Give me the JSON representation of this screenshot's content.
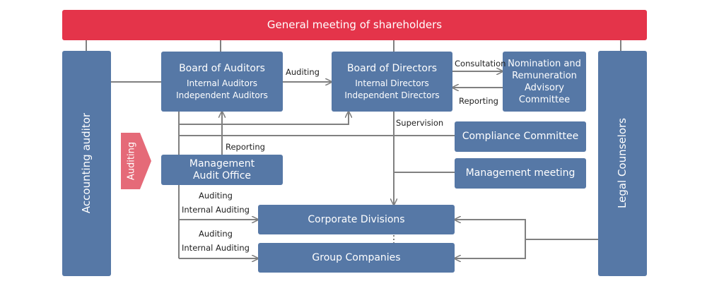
{
  "diagram": {
    "top": "General meeting of shareholders",
    "accounting_auditor": "Accounting auditor",
    "legal_counselors": "Legal Counselors",
    "auditing_arrow": "Auditing",
    "board_auditors": {
      "title": "Board of Auditors",
      "line1": "Internal Auditors",
      "line2": "Independent Auditors"
    },
    "board_directors": {
      "title": "Board of Directors",
      "line1": "Internal Directors",
      "line2": "Independent Directors"
    },
    "nomination": {
      "line1": "Nomination and",
      "line2": "Remuneration",
      "line3": "Advisory",
      "line4": "Committee"
    },
    "compliance": "Compliance Committee",
    "management_meeting": "Management meeting",
    "audit_office": {
      "line1": "Management",
      "line2": "Audit Office"
    },
    "corporate": "Corporate Divisions",
    "group": "Group Companies",
    "labels": {
      "auditing": "Auditing",
      "consultation": "Consultation",
      "reporting_right": "Reporting",
      "supervision": "Supervision",
      "reporting_mid": "Reporting",
      "auditing_corp_1": "Auditing",
      "auditing_corp_2": "Internal Auditing",
      "auditing_group_1": "Auditing",
      "auditing_group_2": "Internal Auditing"
    },
    "colors": {
      "box": "#5678a6",
      "top_bar": "#e4344a",
      "auditing_arrow": "#e56a78",
      "lines": "#808080"
    }
  }
}
